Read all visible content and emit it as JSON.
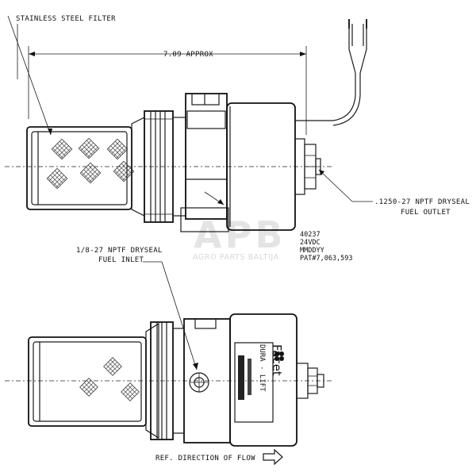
{
  "watermark": {
    "logo": "APB",
    "text": "AGRO PARTS BALTIJA"
  },
  "labels": {
    "filter": "STAINLESS STEEL FILTER",
    "dimension": "7.09 APPROX",
    "outlet_line1": ".1250-27 NPTF DRYSEAL",
    "outlet_line2": "FUEL OUTLET",
    "inlet_line1": "1/8-27 NPTF DRYSEAL",
    "inlet_line2": "FUEL INLET",
    "flow": "REF. DIRECTION OF FLOW"
  },
  "spec": {
    "part": "40237",
    "voltage": "24VDC",
    "code": "MMDDYY",
    "patent": "PAT#7,063,593"
  },
  "nameplate": {
    "brand": "Facet",
    "model": "DURA - LIFT"
  },
  "colors": {
    "line": "#1a1a1a",
    "watermark": "#e4e4e4"
  }
}
